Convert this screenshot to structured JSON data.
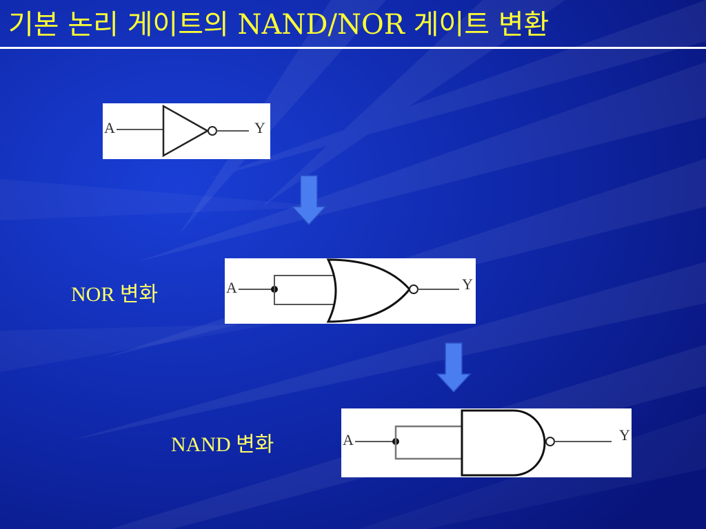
{
  "slide": {
    "title": "기본 논리 게이트의 NAND/NOR 게이트 변환",
    "colors": {
      "background": "#0b1a8c",
      "title_text": "#ffff33",
      "label_text": "#ffff66",
      "arrow_fill": "#4a7df0",
      "arrow_stroke": "#2a4fc8"
    }
  },
  "diagrams": {
    "not_gate": {
      "input": "A",
      "output": "Y"
    },
    "nor_gate": {
      "label": "NOR 변화",
      "input": "A",
      "output": "Y"
    },
    "nand_gate": {
      "label": "NAND 변화",
      "input": "A",
      "output": "Y"
    }
  },
  "arrows": [
    {
      "icon": "down-arrow-icon"
    },
    {
      "icon": "down-arrow-icon"
    }
  ]
}
